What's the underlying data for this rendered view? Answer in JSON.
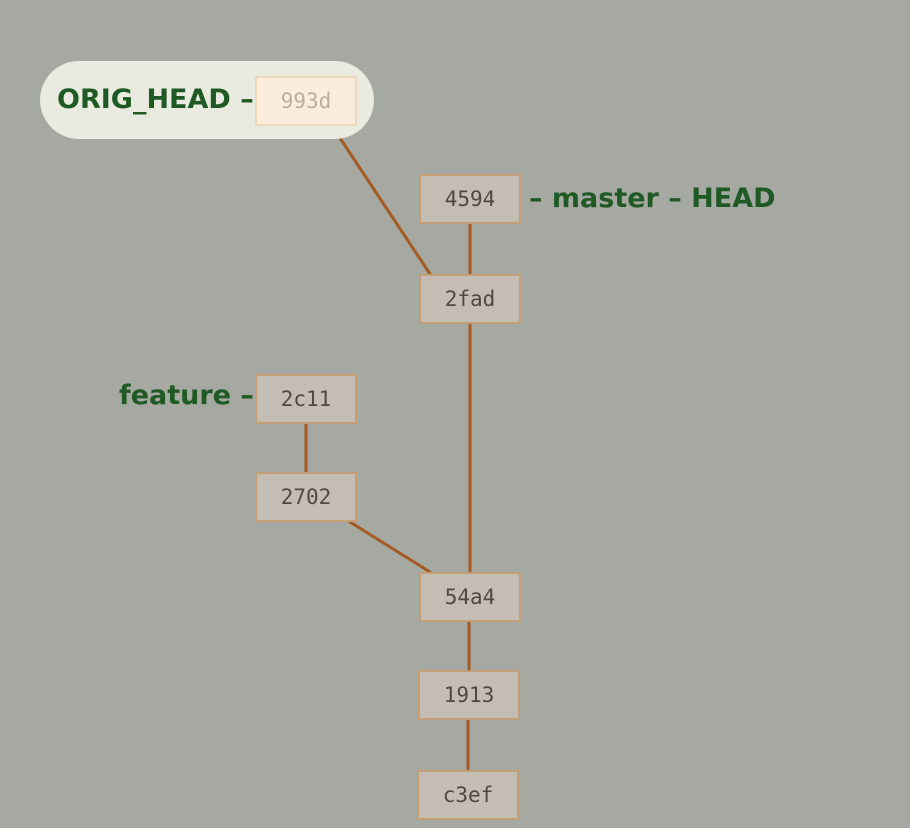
{
  "refs": {
    "orig_head": "ORIG_HEAD –",
    "master_head": "– master – HEAD",
    "feature": "feature –"
  },
  "commits": {
    "c993d": "993d",
    "c4594": "4594",
    "c2fad": "2fad",
    "c2c11": "2c11",
    "c2702": "2702",
    "c54a4": "54a4",
    "c1913": "1913",
    "cc3ef": "c3ef"
  },
  "colors": {
    "background": "#a6a8a2",
    "ref_label": "#1f5a24",
    "edge": "#a45a22",
    "commit_fill": "#c4bdb4",
    "commit_border": "#c49e74",
    "highlight": "#e9ebe1",
    "orphan_commit_fill": "#fbecdc"
  }
}
